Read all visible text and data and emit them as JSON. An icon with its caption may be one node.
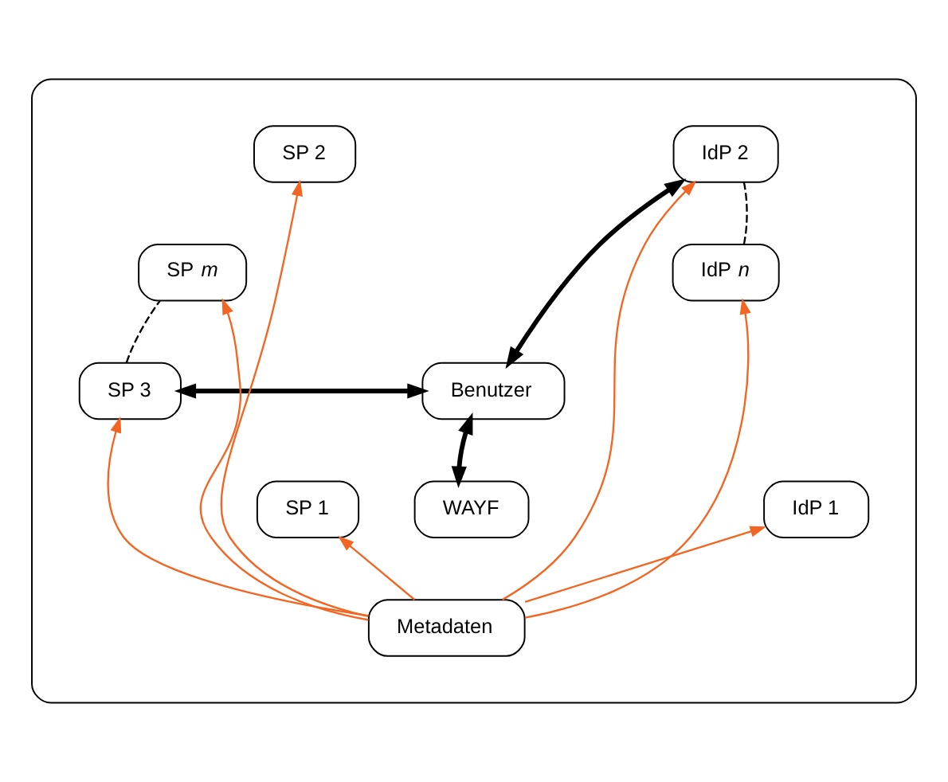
{
  "diagram": {
    "nodes": [
      {
        "text": [],
        "shape": "cloud"
      },
      {
        "text": [
          "IdP 1"
        ],
        "in": 0
      },
      {
        "text": [
          "WAYF"
        ],
        "in": 0
      },
      {
        "text": [
          "SP 1"
        ],
        "in": 0
      },
      {
        "text": [
          "IdP 2"
        ],
        "in": 0
      },
      {
        "text": [
          "SP 2"
        ],
        "in": 0
      },
      {
        "text": [
          "Benutzer"
        ],
        "in": 0
      },
      {
        "text": [
          "SP 3"
        ],
        "in": 0
      },
      {
        "text": [
          "IdP *n*"
        ],
        "in": 0
      },
      {
        "text": [
          "SP *m*"
        ],
        "in": 0
      },
      {
        "text": [
          "Metadaten"
        ],
        "in": 0
      }
    ],
    "edges": [
      {
        "from": 2,
        "to": 6,
        "arrow": "both",
        "style": "thick",
        "color": "#000000"
      },
      {
        "from": 4,
        "to": 6,
        "arrow": "both",
        "style": "thick",
        "color": "#000000"
      },
      {
        "from": 6,
        "to": 7,
        "arrow": "both",
        "style": "thick",
        "color": "#000000"
      },
      {
        "from": 4,
        "to": 8,
        "arrow": "none",
        "style": "dashed",
        "color": "#000000"
      },
      {
        "from": 7,
        "to": 9,
        "arrow": "none",
        "style": "dashed",
        "color": "#000000"
      },
      {
        "from": 10,
        "to": 1,
        "arrow": "to"
      },
      {
        "from": 10,
        "to": 4,
        "arrow": "to"
      },
      {
        "from": 10,
        "to": 8,
        "arrow": "to"
      },
      {
        "from": 10,
        "to": 3,
        "arrow": "to"
      },
      {
        "from": 10,
        "to": 5,
        "arrow": "to"
      },
      {
        "from": 10,
        "to": 7,
        "arrow": "to"
      },
      {
        "from": 10,
        "to": 9,
        "arrow": "to"
      }
    ]
  }
}
